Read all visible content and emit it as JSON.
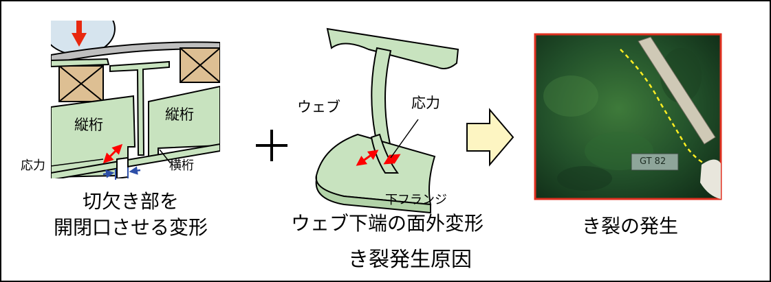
{
  "panel_left": {
    "label_girder_left": "縦桁",
    "label_girder_right": "縦桁",
    "label_stress": "応力",
    "label_cross_beam": "横桁",
    "caption_line1": "切欠き部を",
    "caption_line2": "開閉口させる変形"
  },
  "panel_middle": {
    "plus": "+",
    "label_web": "ウェブ",
    "label_stress": "応力",
    "label_lower_flange": "下フランジ",
    "caption": "ウェブ下端の面外変形"
  },
  "panel_right": {
    "photo_tag": "GT 82",
    "caption": "き裂の発生"
  },
  "footer": {
    "title": "き裂発生原因"
  },
  "colors": {
    "member_fill": "#c8e3bf",
    "block_fill": "#ddbf93",
    "stress_arrow": "#ff0000",
    "closing_arrow": "#2d4fa8",
    "load_arrow": "#e8280f",
    "flow_arrow_fill": "#fdf5c2",
    "photo_border": "#e03020",
    "crack_line": "#ffee22"
  }
}
